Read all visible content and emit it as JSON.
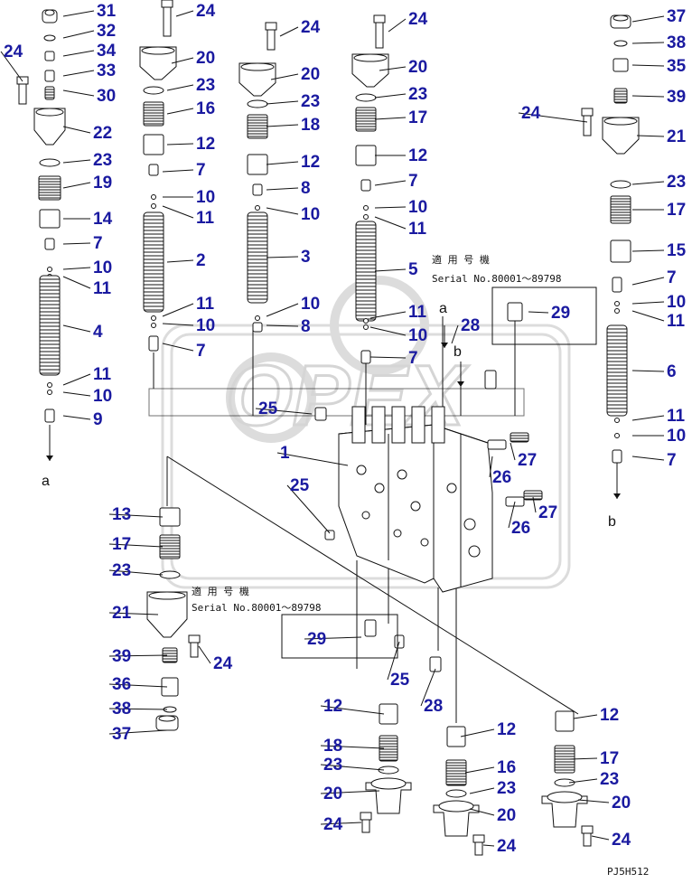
{
  "diagram": {
    "drawing_code": "PJ5H512",
    "watermark": "OPEX",
    "serial_jp": "適 用 号 機",
    "serial_text": "Serial No.80001～89798",
    "letters": [
      "a",
      "b"
    ],
    "callouts": [
      "1",
      "2",
      "3",
      "4",
      "5",
      "6",
      "7",
      "8",
      "9",
      "10",
      "11",
      "12",
      "13",
      "14",
      "15",
      "16",
      "17",
      "18",
      "19",
      "20",
      "21",
      "22",
      "23",
      "24",
      "25",
      "26",
      "27",
      "28",
      "29",
      "30",
      "31",
      "32",
      "33",
      "34",
      "35",
      "36",
      "37",
      "38",
      "39"
    ],
    "colors": {
      "callout": "#1a1aa0",
      "line": "#111111",
      "watermark": "#d9d9d9"
    }
  }
}
